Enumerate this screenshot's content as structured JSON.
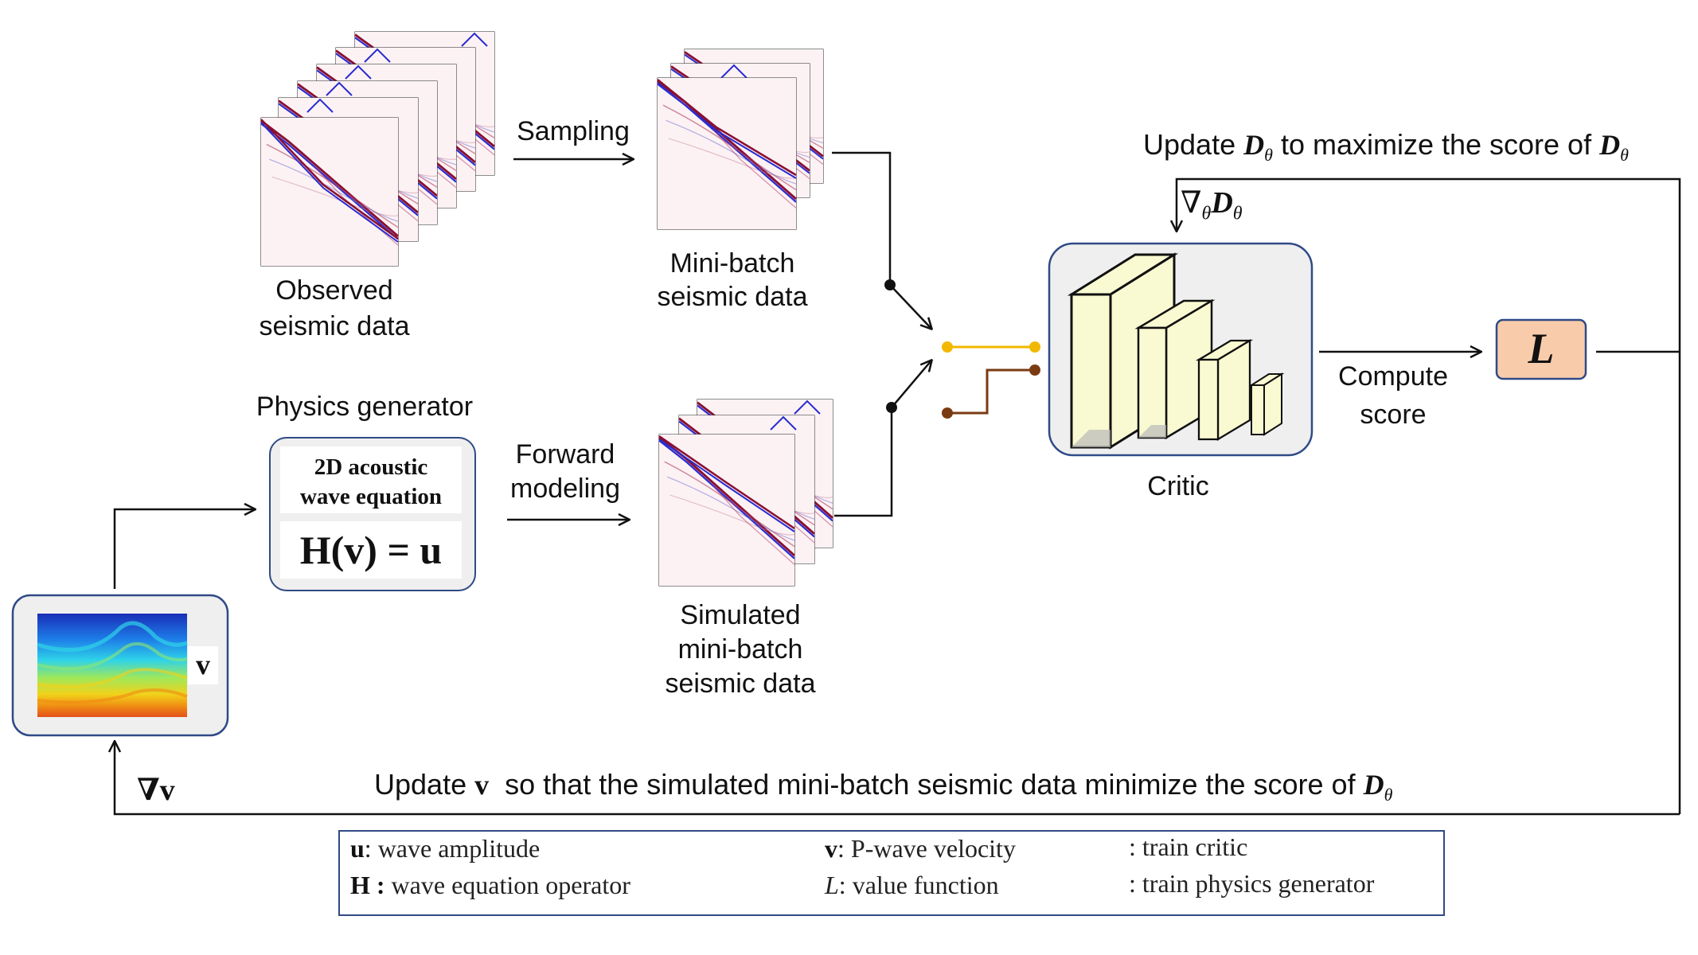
{
  "colors": {
    "accent_blue": "#2f4a86",
    "train_critic": "#f2b800",
    "train_physics_generator": "#7a3b12",
    "loss_box_fill": "#f8ccaa",
    "critic_layer_fill": "#fafad2"
  },
  "labels": {
    "observed": "Observed",
    "seismic_data": "seismic data",
    "sampling": "Sampling",
    "minibatch_line1": "Mini-batch",
    "minibatch_line2": "seismic data",
    "physics_generator": "Physics generator",
    "forward_line1": "Forward",
    "forward_line2": "modeling",
    "simulated_line1": "Simulated",
    "simulated_line2": "mini-batch",
    "simulated_line3": "seismic data",
    "critic": "Critic",
    "compute_line1": "Compute",
    "compute_line2": "score",
    "update_d_pre": "Update",
    "update_d_mid": "to maximize the score of",
    "update_v_pre": "Update",
    "update_v_mid": "so that the simulated mini-batch seismic data minimize the score of",
    "v_symbol": "v",
    "nabla_v": "∇v",
    "nabla_theta": "∇",
    "D_symbol": "D",
    "theta": "θ",
    "L_symbol": "L"
  },
  "physics_generator_box": {
    "title_line1": "2D acoustic",
    "title_line2": "wave equation",
    "equation": "H(v) = u"
  },
  "legend": {
    "u_sym": "u",
    "u_text": ": wave  amplitude",
    "H_sym": "H :",
    "H_text": " wave  equation  operator",
    "v_sym": "v",
    "v_text": ": P-wave  velocity",
    "L_sym": "L",
    "L_text": ":  value  function",
    "critic_text": ":  train  critic",
    "physics_text": ":  train  physics  generator"
  }
}
